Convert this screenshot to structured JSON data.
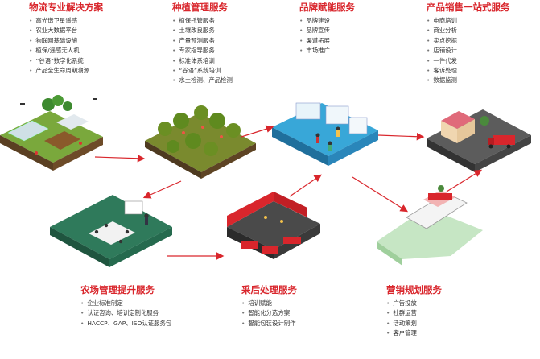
{
  "sections": [
    {
      "title": "物流专业解决方案",
      "items": [
        "高光谱卫星遥感",
        "农业大数据平台",
        "物联网基础设施",
        "植保/遥感无人机",
        "“谷语”数字化系统",
        "产品全生命周期溯源"
      ]
    },
    {
      "title": "种植管理服务",
      "items": [
        "植保托管服务",
        "土壤改良服务",
        "产量预测服务",
        "专家指导服务",
        "标准体系培训",
        "“谷语”系统培训",
        "水土检测、产品检测"
      ]
    },
    {
      "title": "品牌赋能服务",
      "items": [
        "品牌建设",
        "品牌宣传",
        "渠道拓展",
        "市场推广"
      ]
    },
    {
      "title": "产品销售一站式服务",
      "items": [
        "电商培训",
        "商业分析",
        "卖点挖掘",
        "店铺设计",
        "一件代发",
        "客诉处理",
        "数据监测"
      ]
    },
    {
      "title": "农场管理提升服务",
      "items": [
        "企业标准制定",
        "认证咨询、培训定制化服务",
        "HACCP、GAP、ISO认证服务包"
      ]
    },
    {
      "title": "采后处理服务",
      "items": [
        "培训赋能",
        "智能化分选方案",
        "智能包装设计制作"
      ]
    },
    {
      "title": "营销规划服务",
      "items": [
        "广告投放",
        "社群运营",
        "活动策划",
        "客户管理"
      ]
    }
  ],
  "colors": {
    "title": "#d9262c",
    "arrow": "#d9262c",
    "platform_green": "#2f7a5b",
    "platform_blue": "#36a6d6",
    "platform_dark": "#555555"
  }
}
